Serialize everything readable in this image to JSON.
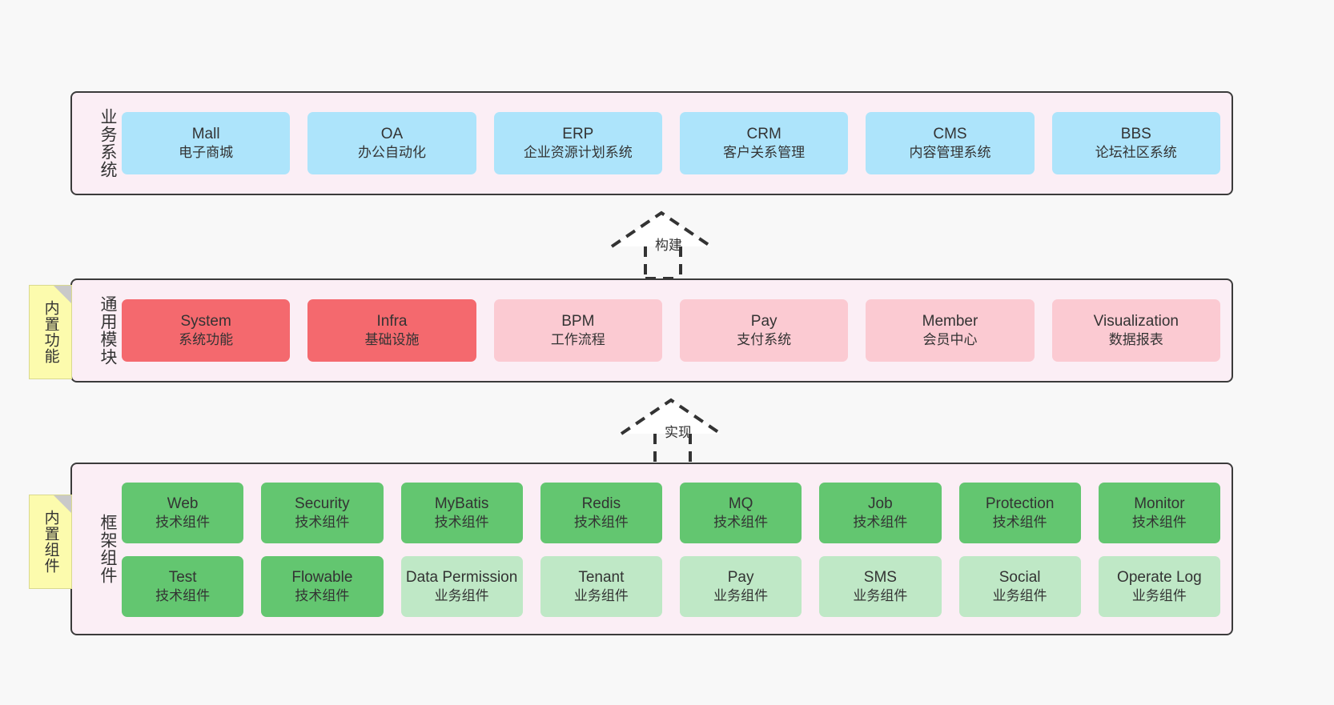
{
  "diagram": {
    "title": "",
    "colors": {
      "panel_bg": "#fbeef5",
      "panel_border": "#3b3b3b",
      "blue": "#ade4fb",
      "red": "#f4696e",
      "pink": "#fbcad2",
      "green": "#63c670",
      "light_green": "#bfe8c6",
      "note_yellow": "#fcfbad",
      "canvas_bg": "#f8f8f8"
    }
  },
  "layers": {
    "business": {
      "title": "业务系统",
      "items": [
        {
          "name": "Mall",
          "desc": "电子商城",
          "color": "blue"
        },
        {
          "name": "OA",
          "desc": "办公自动化",
          "color": "blue"
        },
        {
          "name": "ERP",
          "desc": "企业资源计划系统",
          "color": "blue"
        },
        {
          "name": "CRM",
          "desc": "客户关系管理",
          "color": "blue"
        },
        {
          "name": "CMS",
          "desc": "内容管理系统",
          "color": "blue"
        },
        {
          "name": "BBS",
          "desc": "论坛社区系统",
          "color": "blue"
        }
      ]
    },
    "common": {
      "title": "通用模块",
      "note": "内置功能",
      "items": [
        {
          "name": "System",
          "desc": "系统功能",
          "color": "red"
        },
        {
          "name": "Infra",
          "desc": "基础设施",
          "color": "red"
        },
        {
          "name": "BPM",
          "desc": "工作流程",
          "color": "pink"
        },
        {
          "name": "Pay",
          "desc": "支付系统",
          "color": "pink"
        },
        {
          "name": "Member",
          "desc": "会员中心",
          "color": "pink"
        },
        {
          "name": "Visualization",
          "desc": "数据报表",
          "color": "pink"
        }
      ]
    },
    "framework": {
      "title": "框架组件",
      "note": "内置组件",
      "row1": [
        {
          "name": "Web",
          "desc": "技术组件",
          "color": "green"
        },
        {
          "name": "Security",
          "desc": "技术组件",
          "color": "green"
        },
        {
          "name": "MyBatis",
          "desc": "技术组件",
          "color": "green"
        },
        {
          "name": "Redis",
          "desc": "技术组件",
          "color": "green"
        },
        {
          "name": "MQ",
          "desc": "技术组件",
          "color": "green"
        },
        {
          "name": "Job",
          "desc": "技术组件",
          "color": "green"
        },
        {
          "name": "Protection",
          "desc": "技术组件",
          "color": "green"
        },
        {
          "name": "Monitor",
          "desc": "技术组件",
          "color": "green"
        }
      ],
      "row2": [
        {
          "name": "Test",
          "desc": "技术组件",
          "color": "green"
        },
        {
          "name": "Flowable",
          "desc": "技术组件",
          "color": "green"
        },
        {
          "name": "Data Permission",
          "desc": "业务组件",
          "color": "lightgreen"
        },
        {
          "name": "Tenant",
          "desc": "业务组件",
          "color": "lightgreen"
        },
        {
          "name": "Pay",
          "desc": "业务组件",
          "color": "lightgreen"
        },
        {
          "name": "SMS",
          "desc": "业务组件",
          "color": "lightgreen"
        },
        {
          "name": "Social",
          "desc": "业务组件",
          "color": "lightgreen"
        },
        {
          "name": "Operate Log",
          "desc": "业务组件",
          "color": "lightgreen"
        }
      ]
    }
  },
  "connectors": [
    {
      "label": "构建",
      "from": "common",
      "to": "business"
    },
    {
      "label": "实现",
      "from": "framework",
      "to": "common"
    }
  ]
}
